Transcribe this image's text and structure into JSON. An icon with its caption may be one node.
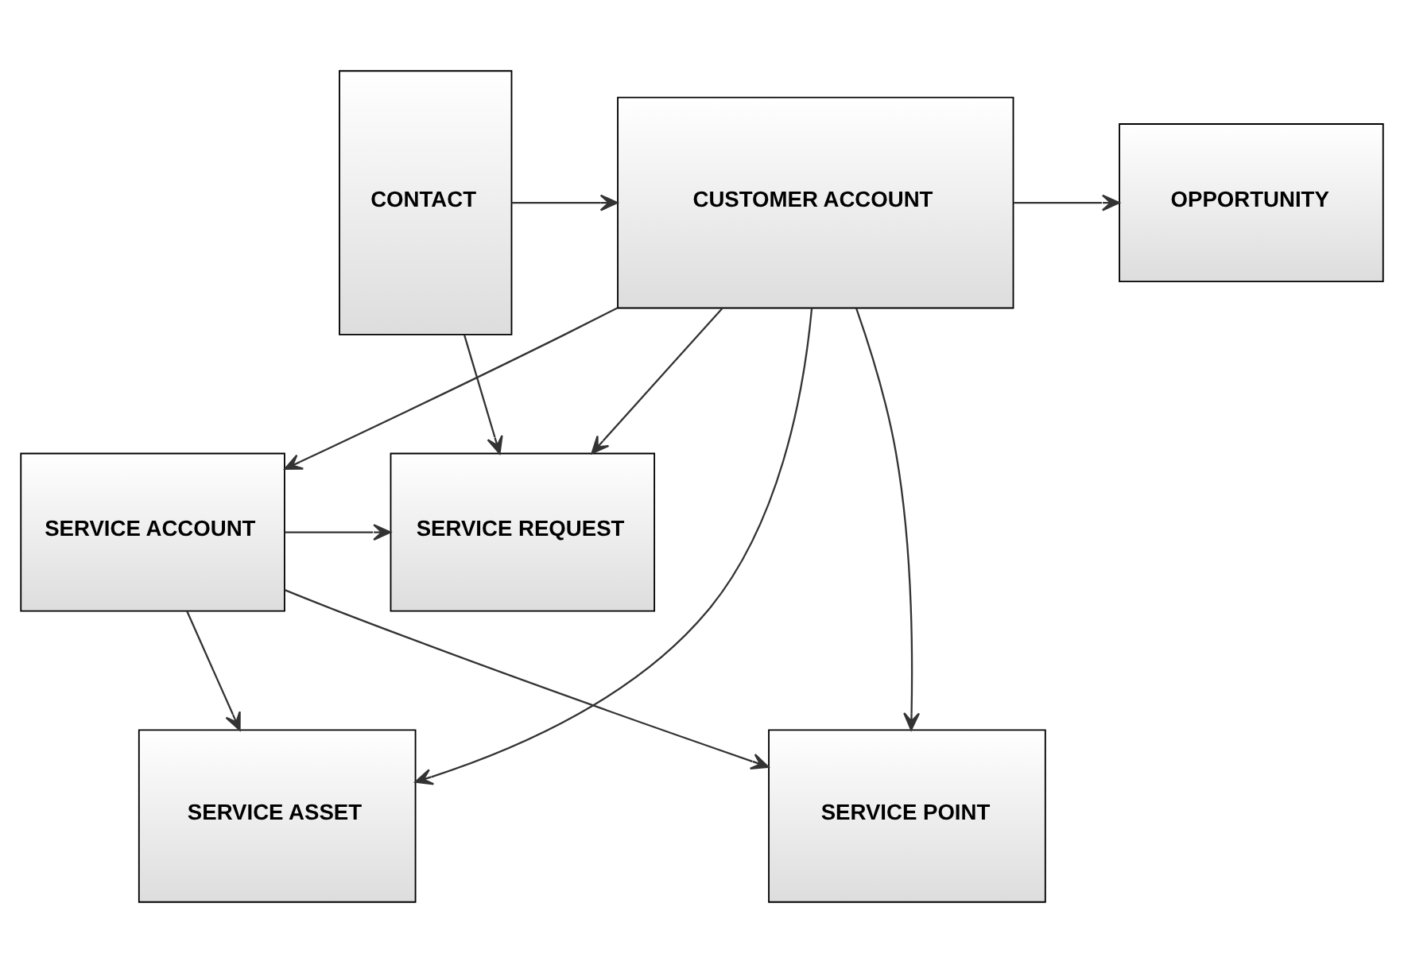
{
  "diagram": {
    "nodes": [
      {
        "text": [
          "CONTACT"
        ]
      },
      {
        "text": [
          "CUSTOMER ACCOUNT"
        ]
      },
      {
        "text": [
          "OPPORTUNITY"
        ]
      },
      {
        "text": [
          "SERVICE REQUEST"
        ]
      },
      {
        "text": [
          "SERVICE ACCOUNT"
        ]
      },
      {
        "text": [
          "SERVICE ASSET"
        ]
      },
      {
        "text": [
          "SERVICE POINT"
        ]
      }
    ],
    "edges": [
      {
        "from": 0,
        "to": 1,
        "arrow": "to"
      },
      {
        "from": 1,
        "to": 2,
        "arrow": "to"
      },
      {
        "from": 1,
        "to": 3,
        "arrow": "to"
      },
      {
        "from": 0,
        "to": 3,
        "arrow": "to"
      },
      {
        "from": 1,
        "to": 4,
        "arrow": "to"
      },
      {
        "from": 1,
        "to": 5,
        "arrow": "to"
      },
      {
        "from": 1,
        "to": 6,
        "arrow": "to"
      },
      {
        "from": 4,
        "to": 3,
        "arrow": "to"
      },
      {
        "from": 4,
        "to": 5,
        "arrow": "to"
      },
      {
        "from": 4,
        "to": 6,
        "arrow": "to"
      }
    ]
  }
}
